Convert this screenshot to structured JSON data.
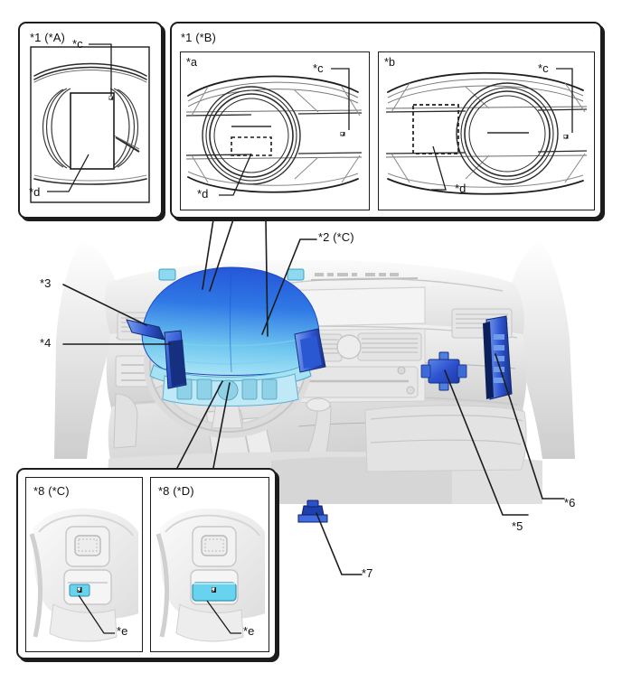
{
  "diagram": {
    "title": "Vehicle interior airbag and sensor component location diagram",
    "background_color": "#ffffff",
    "line_color": "#1c1c1c",
    "accent_colors": {
      "airbag_blue_dark": "#1a4fd0",
      "airbag_blue_mid": "#2f74e8",
      "airbag_blue_light": "#8fd9f0",
      "component_blue": "#2b52cc",
      "component_blue_light": "#4f7fe0",
      "switch_cyan": "#67d3ef",
      "dash_grey_light": "#efefef",
      "dash_grey_mid": "#d9d9d9",
      "dash_grey_dark": "#bdbdbd"
    }
  },
  "panels": {
    "top_left": {
      "label": "*1 (*A)",
      "callouts": [
        {
          "id": "c",
          "label": "*c"
        },
        {
          "id": "d",
          "label": "*d"
        }
      ]
    },
    "top_middle": {
      "label": "*1 (*B)",
      "sub_label": "*a",
      "callouts": [
        {
          "id": "c",
          "label": "*c"
        },
        {
          "id": "d",
          "label": "*d"
        }
      ]
    },
    "top_right": {
      "sub_label": "*b",
      "callouts": [
        {
          "id": "c",
          "label": "*c"
        },
        {
          "id": "d",
          "label": "*d"
        }
      ]
    },
    "bottom_left": {
      "label": "*8 (*C)",
      "callouts": [
        {
          "id": "e",
          "label": "*e"
        }
      ]
    },
    "bottom_right": {
      "label": "*8 (*D)",
      "callouts": [
        {
          "id": "e",
          "label": "*e"
        }
      ]
    }
  },
  "main_callouts": [
    {
      "id": "2",
      "label": "*2 (*C)"
    },
    {
      "id": "3",
      "label": "*3"
    },
    {
      "id": "4",
      "label": "*4"
    },
    {
      "id": "5",
      "label": "*5"
    },
    {
      "id": "6",
      "label": "*6"
    },
    {
      "id": "7",
      "label": "*7"
    }
  ]
}
